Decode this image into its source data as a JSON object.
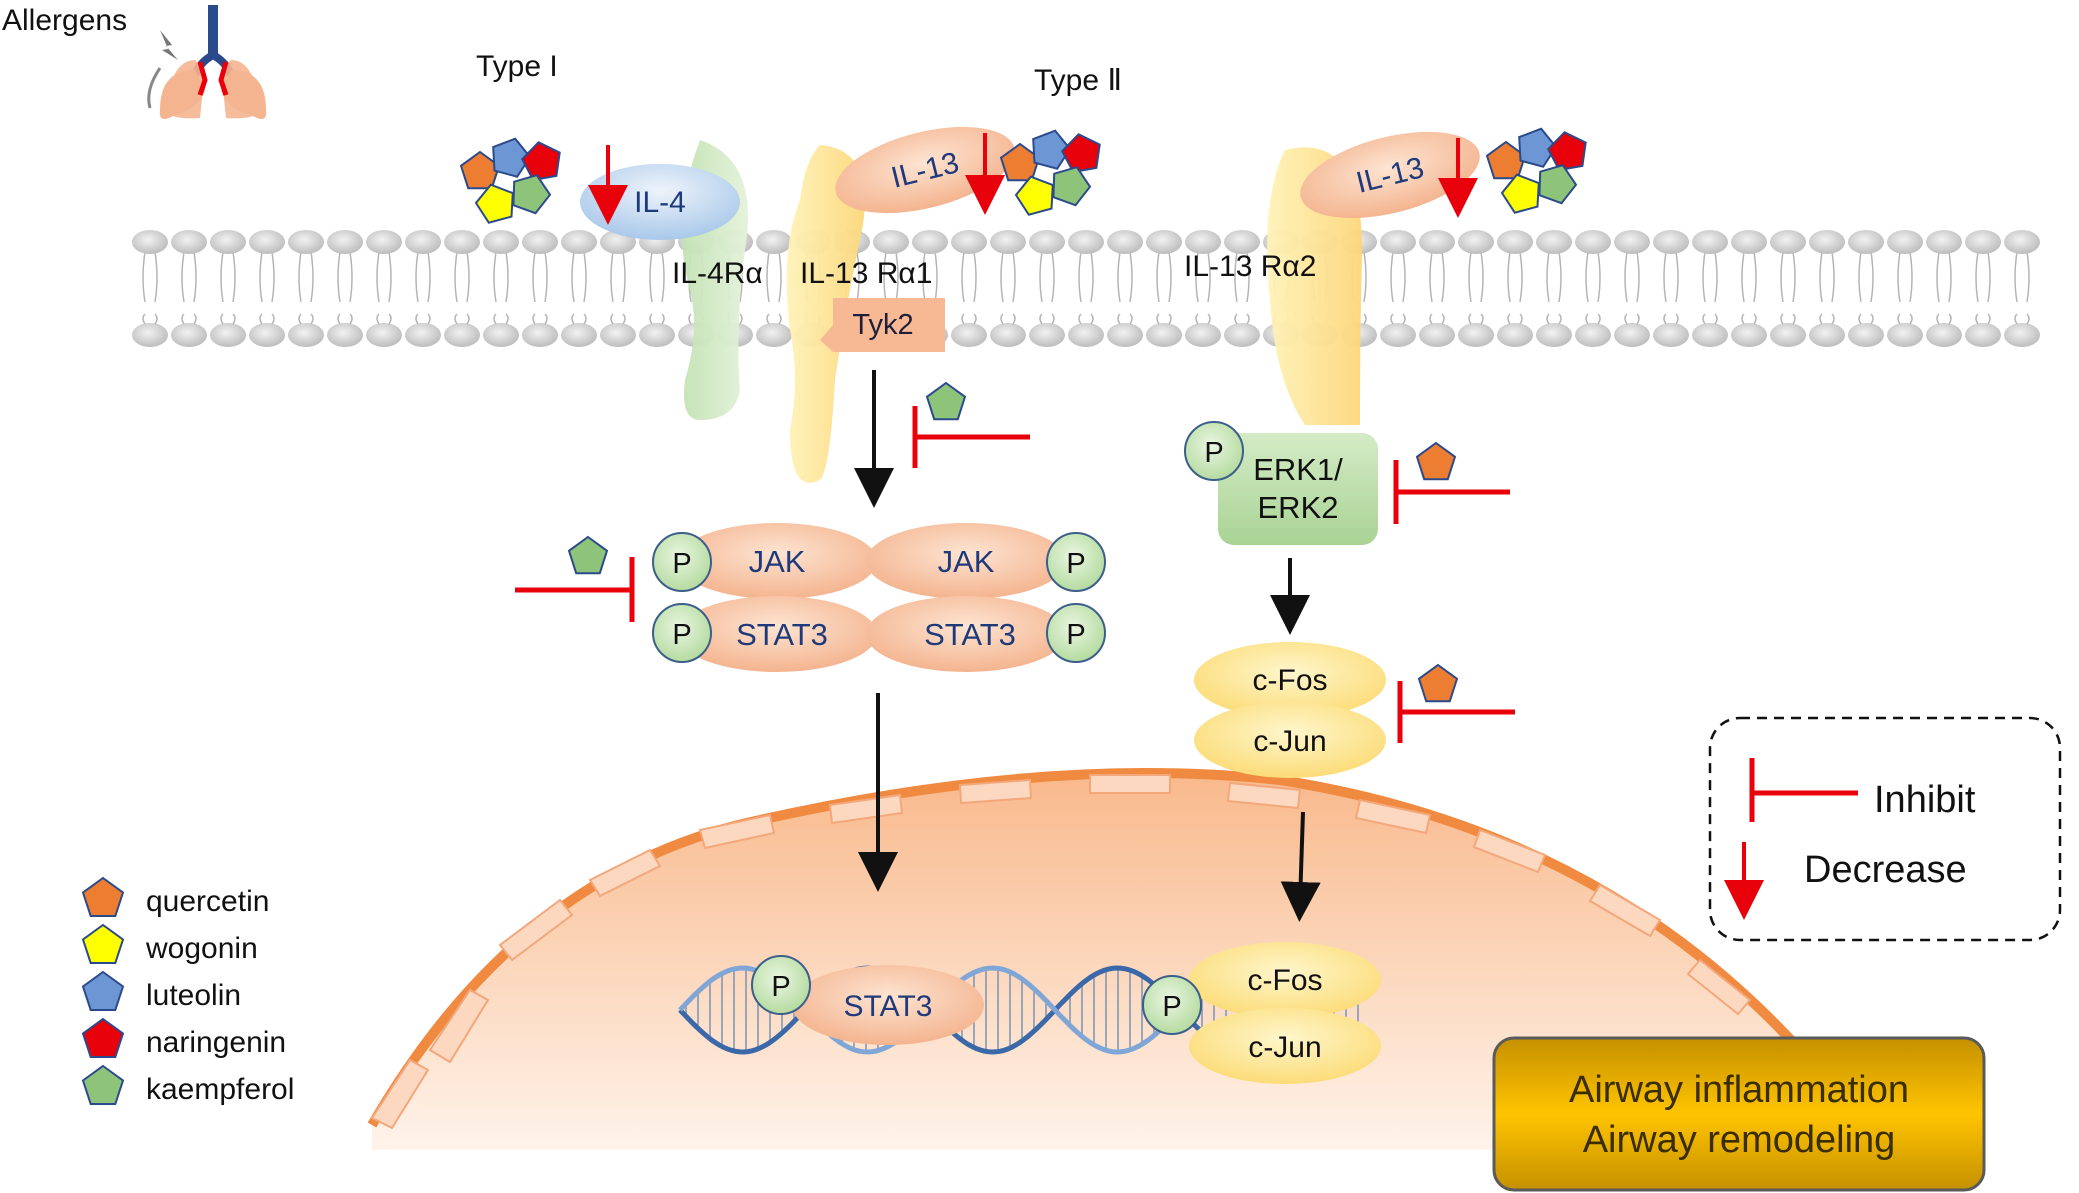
{
  "labels": {
    "allergens": "Allergens",
    "type1": "Type I",
    "type2": "Type Ⅱ",
    "il4": "IL-4",
    "il13": "IL-13",
    "il4ra": "IL-4Rα",
    "il13ra1": "IL-13 Rα1",
    "il13ra2": "IL-13 Rα2",
    "tyk2": "Tyk2",
    "jak": "JAK",
    "stat3": "STAT3",
    "p": "P",
    "erk": [
      "ERK1/",
      "ERK2"
    ],
    "cfos": "c-Fos",
    "cjun": "c-Jun"
  },
  "legend": {
    "items": [
      {
        "name": "quercetin",
        "color": "#ed7d31"
      },
      {
        "name": "wogonin",
        "color": "#ffff00"
      },
      {
        "name": "luteolin",
        "color": "#6d96d4"
      },
      {
        "name": "naringenin",
        "color": "#e8000b"
      },
      {
        "name": "kaempferol",
        "color": "#8dc47a"
      }
    ]
  },
  "key": {
    "inhibit": "Inhibit",
    "decrease": "Decrease"
  },
  "outcome": {
    "line1": "Airway inflammation",
    "line2": "Airway remodeling"
  },
  "colors": {
    "inhibit_red": "#e8000b",
    "salmon": "#f7c3a3",
    "green_p": "#c6e3b8",
    "yellow_protein": "#fde9a0",
    "outcome_gold": "#d9a400",
    "nucleus": "#fbd2b4",
    "nucleus_border": "#f08a40"
  }
}
